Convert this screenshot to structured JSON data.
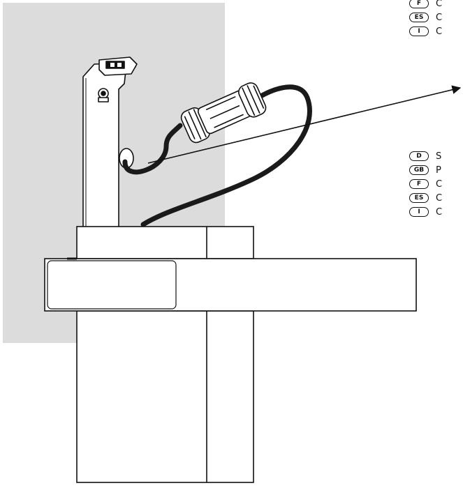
{
  "language_groups": [
    {
      "id": "top",
      "rows": [
        {
          "code": "F",
          "text": "C"
        },
        {
          "code": "ES",
          "text": "C"
        },
        {
          "code": "I",
          "text": "C"
        }
      ]
    },
    {
      "id": "bottom",
      "rows": [
        {
          "code": "D",
          "text": "S"
        },
        {
          "code": "GB",
          "text": "P"
        },
        {
          "code": "F",
          "text": "C"
        },
        {
          "code": "ES",
          "text": "C"
        },
        {
          "code": "I",
          "text": "C"
        }
      ]
    }
  ],
  "colors": {
    "wall": "#dcdcdc",
    "line": "#111111",
    "cable": "#1a1a1a",
    "background": "#ffffff"
  }
}
